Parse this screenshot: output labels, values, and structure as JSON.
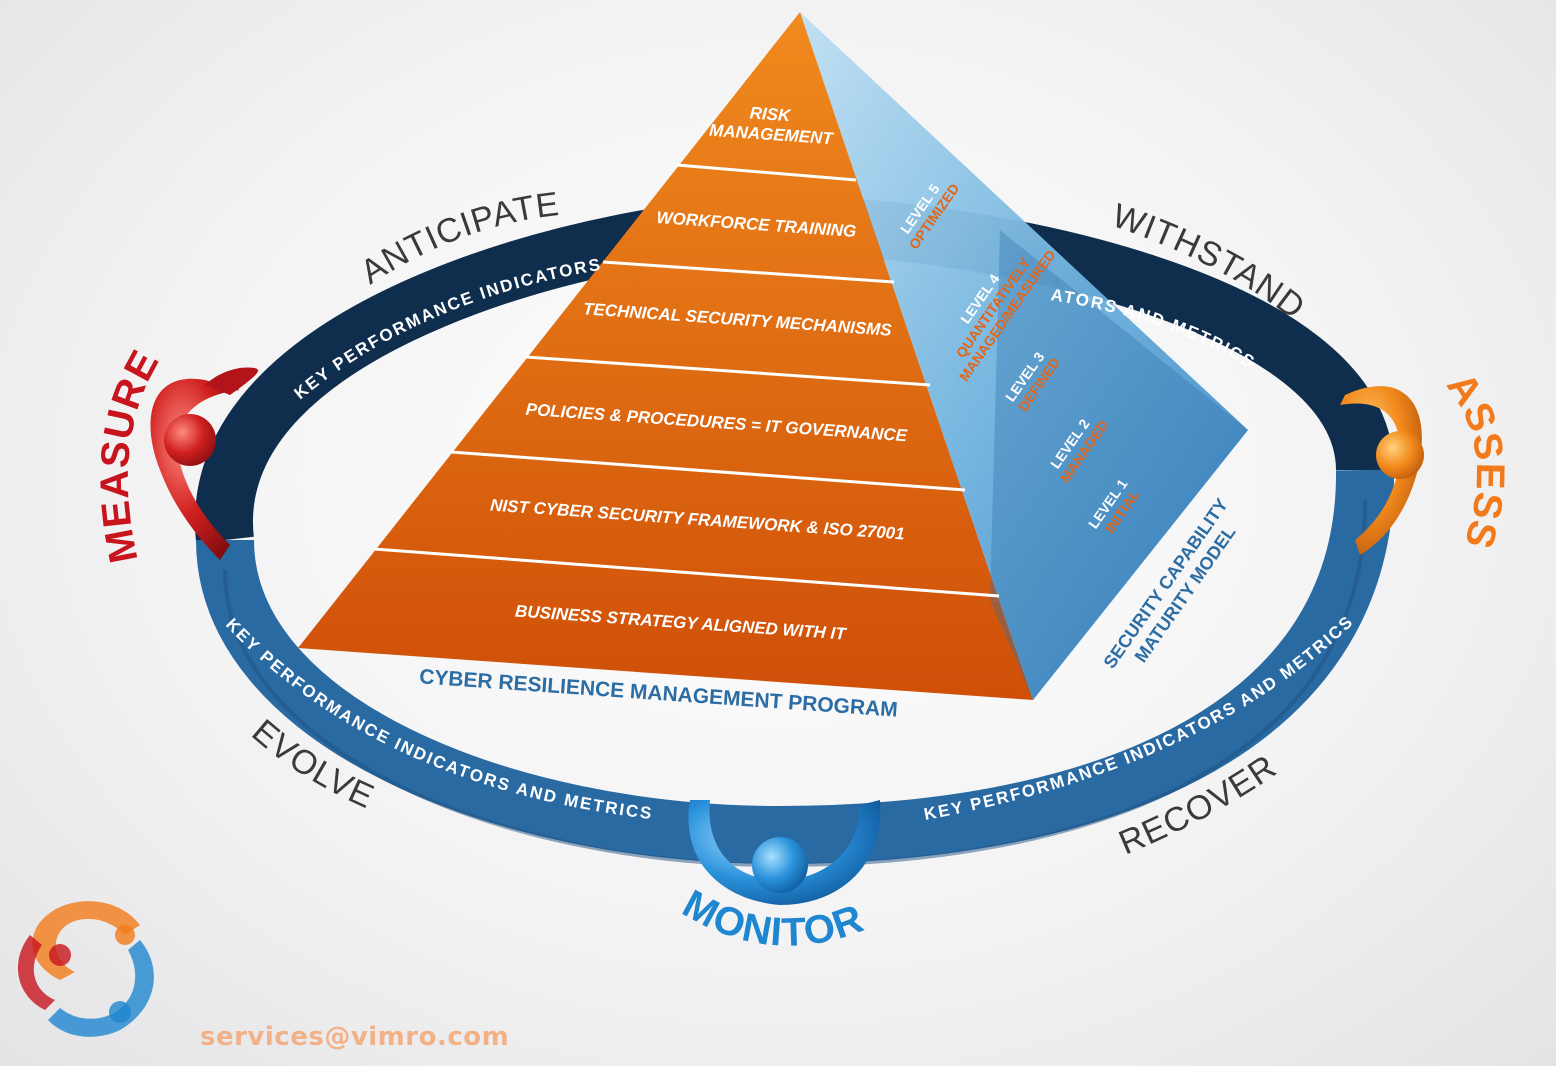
{
  "pyramid": {
    "layers": [
      {
        "label_lines": [
          "RISK",
          "MANAGEMENT"
        ]
      },
      {
        "label_lines": [
          "WORKFORCE TRAINING"
        ]
      },
      {
        "label_lines": [
          "TECHNICAL  SECURITY MECHANISMS"
        ]
      },
      {
        "label_lines": [
          "POLICIES & PROCEDURES = IT GOVERNANCE"
        ]
      },
      {
        "label_lines": [
          "NIST CYBER SECURITY FRAMEWORK & ISO 27001"
        ]
      },
      {
        "label_lines": [
          "BUSINESS STRATEGY ALIGNED WITH IT"
        ]
      }
    ],
    "levels": [
      {
        "level": "LEVEL 5",
        "name": "OPTIMIZED"
      },
      {
        "level": "LEVEL 4",
        "name": "QUANTITATIVELY",
        "name2": "MANAGED/MEASURED"
      },
      {
        "level": "LEVEL 3",
        "name": "DEFINED"
      },
      {
        "level": "LEVEL 2",
        "name": "MANAGED"
      },
      {
        "level": "LEVEL 1",
        "name": "INITIAL"
      }
    ],
    "side_caption_lines": [
      "SECURITY CAPABILITY",
      "MATURITY MODEL"
    ],
    "base_caption": "CYBER RESILIENCE MANAGEMENT PROGRAM"
  },
  "ring": {
    "kpi_back_left": "KEY PERFORMANCE INDICATORS",
    "kpi_back_right": "ATORS AND METRICS",
    "kpi_front_left": "KEY PERFORMANCE INDICATORS AND METRICS",
    "kpi_front_right": "KEY PERFORMANCE INDICATORS AND METRICS"
  },
  "phases": {
    "anticipate": "ANTICIPATE",
    "withstand": "WITHSTAND",
    "evolve": "EVOLVE",
    "recover": "RECOVER"
  },
  "figures": {
    "measure": "MEASURE",
    "assess": "ASSESS",
    "monitor": "MONITOR"
  },
  "contact": {
    "email": "services@vimro.com"
  },
  "colors": {
    "pyramid_orange": "#d7590c",
    "pyramid_orange_light": "#f08a1e",
    "pyramid_blue": "#4f9fd6",
    "ring_dark": "#0f2d4c",
    "ring_blue": "#2a6aa3",
    "measure_red": "#c8141d",
    "assess_orange": "#f27a1a",
    "monitor_blue": "#1f86d0",
    "level_orange": "#e0661c"
  }
}
